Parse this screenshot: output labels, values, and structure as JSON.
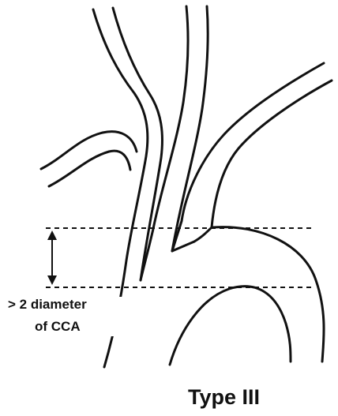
{
  "measurement_label": {
    "line1": "> 2 diameter",
    "line2": "of CCA"
  },
  "title": "Type III",
  "colors": {
    "line": "#111111",
    "background": "#ffffff"
  }
}
